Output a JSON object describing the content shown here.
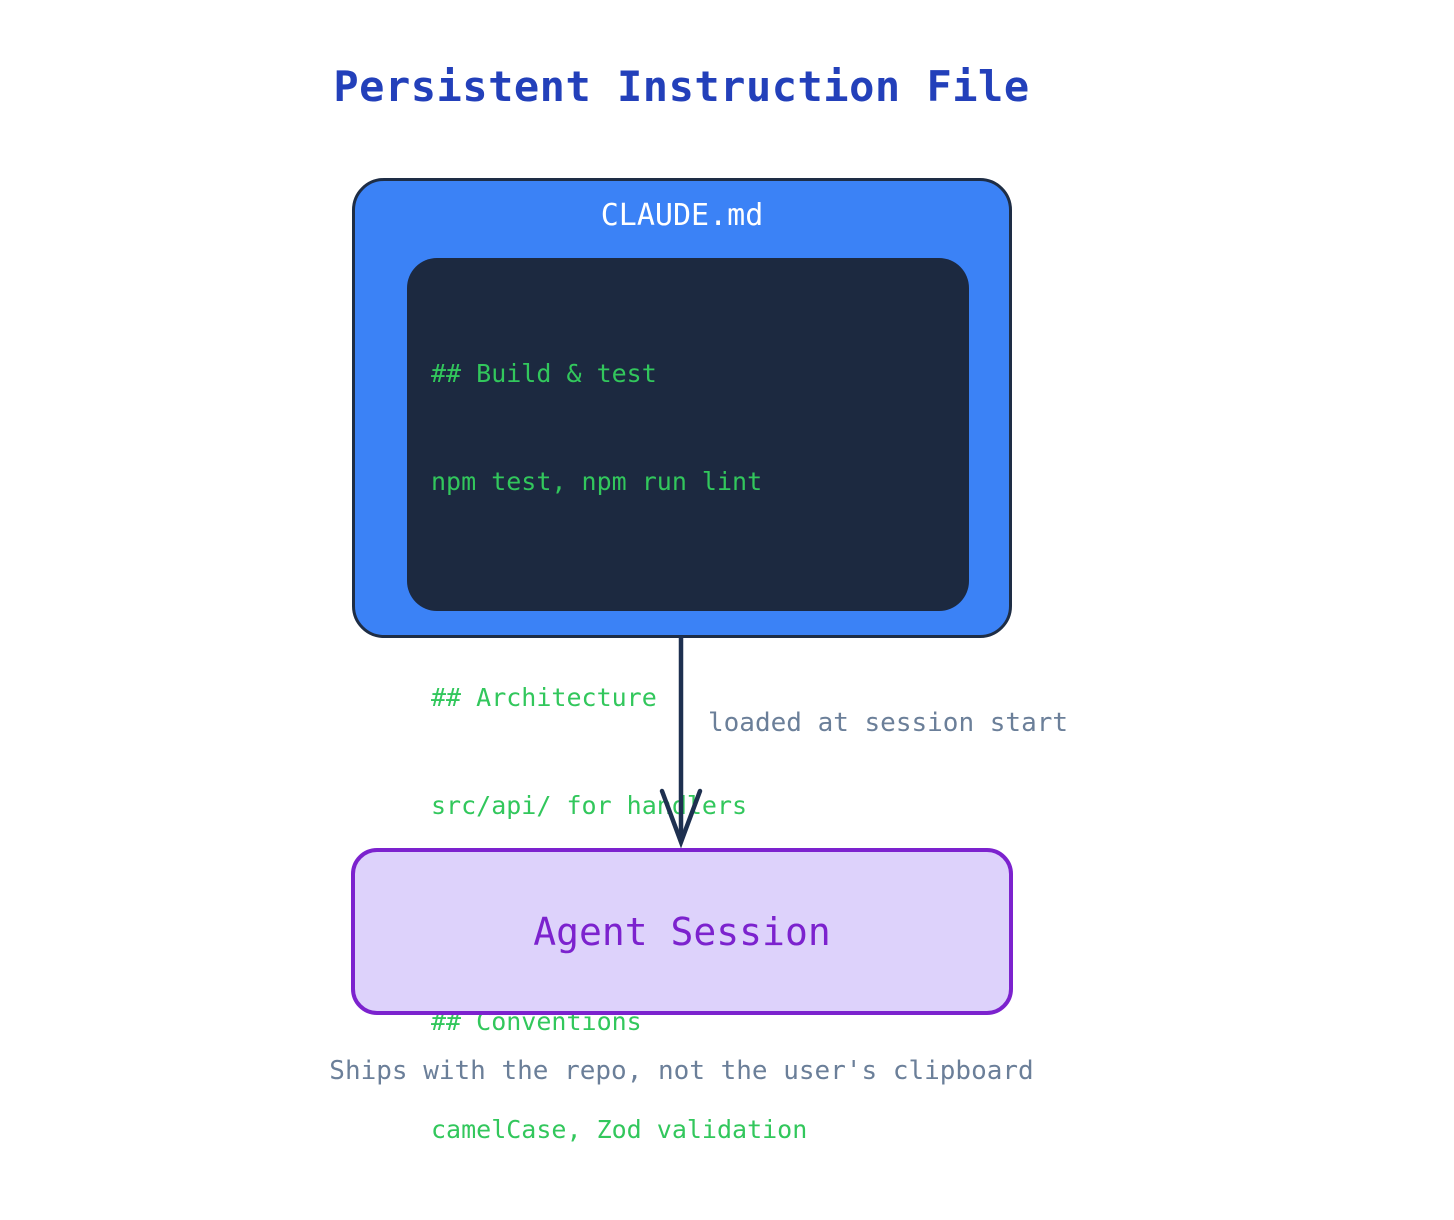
{
  "title": "Persistent Instruction File",
  "file_card": {
    "filename": "CLAUDE.md",
    "fill_color": "#3b82f6",
    "border_color": "#1e2d45",
    "code_block": {
      "background_color": "#1c2940",
      "text_color": "#32c75c",
      "lines": [
        "## Build & test",
        "npm test, npm run lint",
        "",
        "## Architecture",
        "src/api/ for handlers",
        "",
        "## Conventions",
        "camelCase, Zod validation"
      ]
    }
  },
  "edge": {
    "label": "loaded at session start",
    "color": "#1e3050",
    "label_color": "#6b7f99",
    "arrowhead": "open-v"
  },
  "session_box": {
    "label": "Agent Session",
    "fill_color": "#ddd2fb",
    "border_color": "#7c22ce",
    "text_color": "#7c22ce"
  },
  "footer": {
    "caption": "Ships with the repo, not the user's clipboard"
  },
  "theme": {
    "background": "#ffffff",
    "title_color": "#2340ba"
  }
}
